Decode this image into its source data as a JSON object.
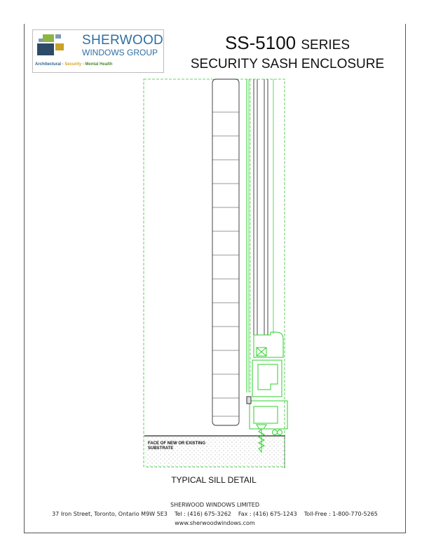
{
  "logo": {
    "company_line1": "SHERWOOD",
    "company_line2": "WINDOWS GROUP",
    "tagline": {
      "part1": "Architectural",
      "sep1": " - ",
      "part2": "Security",
      "sep2": " - ",
      "part3": "Mental Health"
    },
    "colors": {
      "blue_dark": "#2d4a66",
      "green_light": "#8db544",
      "gold": "#c9a227",
      "blue_grey": "#7f9ab5",
      "text_blue": "#2f6fa3"
    }
  },
  "title": {
    "model": "SS-5100",
    "series_word": "SERIES",
    "subtitle": "SECURITY SASH ENCLOSURE"
  },
  "drawing": {
    "substrate_note_line1": "FACE OF NEW OR EXISTING",
    "substrate_note_line2": "SUBSTRATE",
    "caption": "TYPICAL SILL DETAIL",
    "colors": {
      "profile_green": "#2bd12b",
      "hidden_line_green": "#39c639",
      "outline": "#333333"
    }
  },
  "footer": {
    "company": "SHERWOOD WINDOWS LIMITED",
    "address": "37 Iron Street,   Toronto,   Ontario   M9W 5E3",
    "tel": "Tel :  (416) 675-3262",
    "fax": "Fax :  (416) 675-1243",
    "tollfree": "Toll-Free :  1-800-770-5265",
    "website": "www.sherwoodwindows.com"
  }
}
